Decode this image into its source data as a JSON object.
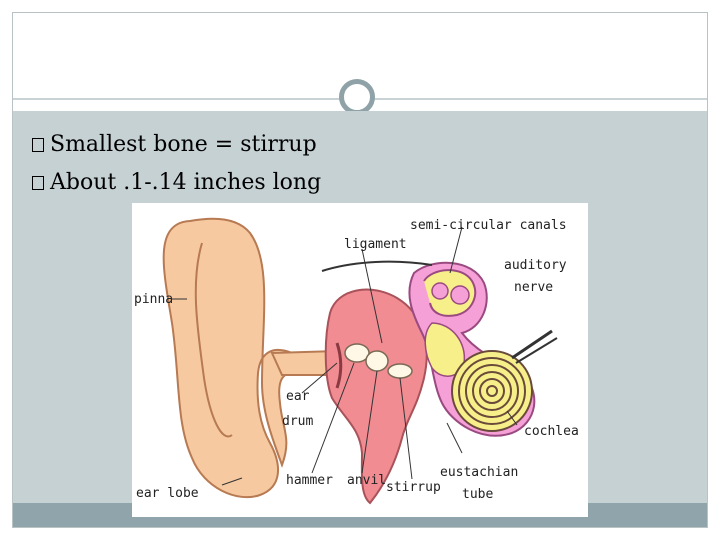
{
  "slide": {
    "bullets": [
      "Smallest bone = stirrup",
      "About .1-.14 inches long"
    ]
  },
  "diagram": {
    "labels": {
      "semicircular_canals": "semi-circular canals",
      "ligament": "ligament",
      "auditory": "auditory",
      "nerve": "nerve",
      "pinna": "pinna",
      "ear": "ear",
      "drum": "drum",
      "cochlea": "cochlea",
      "eustachian": "eustachian",
      "tube": "tube",
      "ear_lobe": "ear lobe",
      "hammer": "hammer",
      "anvil": "anvil",
      "stirrup": "stirrup"
    }
  },
  "colors": {
    "content_bg": "#c6d1d4",
    "footer_bar": "#8fa5ab",
    "divider_circle": "#8fa2a7",
    "ear_skin": "#f6c9a0",
    "middle_ear": "#f08c92",
    "inner_ear": "#f6a0d8",
    "yellow_fluid": "#f7f08a",
    "cochlea_spiral": "#6a4a3a"
  }
}
